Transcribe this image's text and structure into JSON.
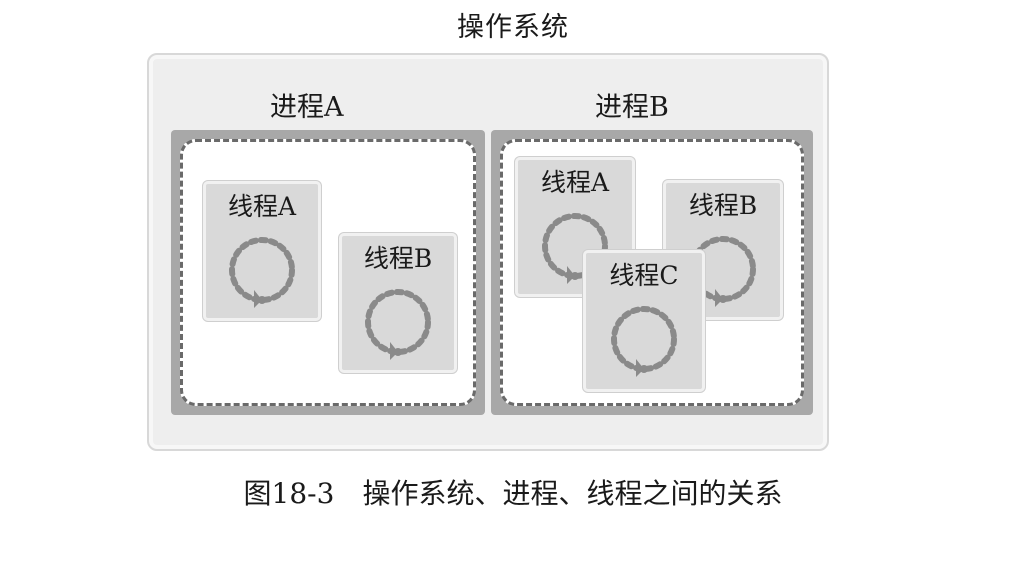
{
  "os": {
    "title": "操作系统"
  },
  "process_a": {
    "label": "进程A",
    "threads": [
      {
        "label": "线程A"
      },
      {
        "label": "线程B"
      }
    ]
  },
  "process_b": {
    "label": "进程B",
    "threads": [
      {
        "label": "线程A"
      },
      {
        "label": "线程B"
      },
      {
        "label": "线程C"
      }
    ]
  },
  "caption": {
    "figure_number": "图18-3",
    "text": "操作系统、进程、线程之间的关系"
  },
  "icons": {
    "thread_loop": "dashed-circular-arrow-icon"
  },
  "colors": {
    "os_background": "#eeeeee",
    "process_border": "#a8a8a8",
    "thread_background": "#d9d9d9",
    "loop_dots": "#8a8a8a"
  }
}
